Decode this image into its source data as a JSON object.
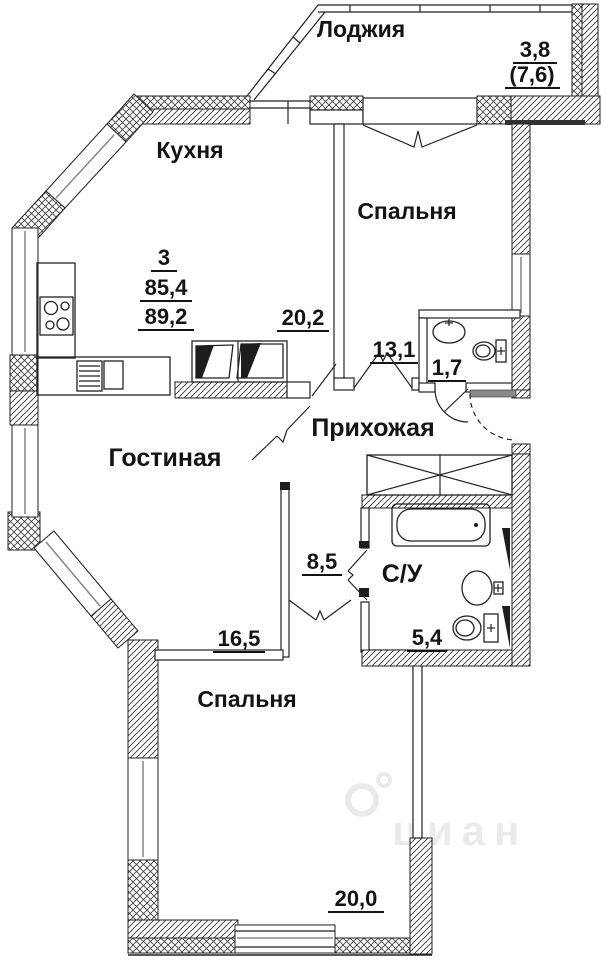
{
  "plan": {
    "summary": {
      "rooms_count": "3",
      "area_main": "85,4",
      "area_total": "89,2"
    },
    "rooms": {
      "loggia": {
        "name": "Лоджия",
        "area": "3,8",
        "area_alt": "(7,6)"
      },
      "kitchen": {
        "name": "Кухня",
        "area": "20,2"
      },
      "bedroom_top": {
        "name": "Спальня",
        "area": "13,1"
      },
      "wc": {
        "area": "1,7"
      },
      "hallway": {
        "name": "Прихожая"
      },
      "living_room": {
        "name": "Гостиная",
        "area": "16,5"
      },
      "corridor": {
        "area": "8,5"
      },
      "bathroom": {
        "name": "С/У",
        "area": "5,4"
      },
      "bedroom_bottom": {
        "name": "Спальня",
        "area": "20,0"
      }
    },
    "watermark": "циан"
  }
}
